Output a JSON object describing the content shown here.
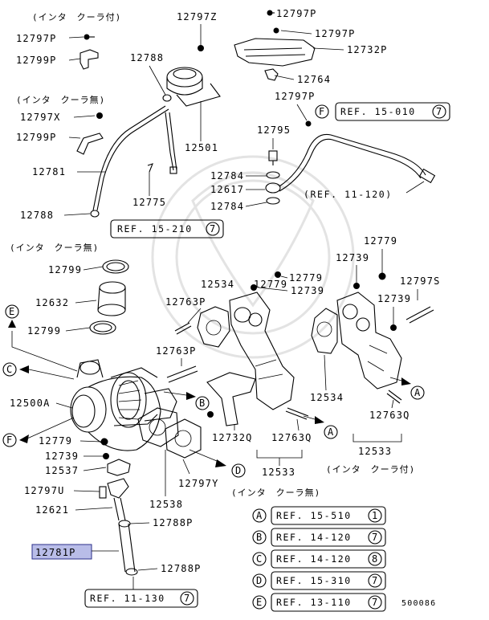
{
  "diagram_id": "500086",
  "group_labels": {
    "with_intercooler_top": "(インタ　クーラ付)",
    "without_intercooler_left": "(インタ　クーラ無)",
    "without_intercooler_mid": "(インタ　クーラ無)",
    "with_intercooler_bottom": "(インタ　クーラ付)",
    "without_intercooler_bottom": "(インタ　クーラ無)"
  },
  "part_labels": {
    "p12797Z": "12797Z",
    "p12797P_top": "12797P",
    "p12797P_a": "12797P",
    "p12797P_b": "12797P",
    "p12732P": "12732P",
    "p12799P_a": "12799P",
    "p12788_top": "12788",
    "p12764": "12764",
    "p12797P_c": "12797P",
    "p12797X": "12797X",
    "p12501": "12501",
    "p12799P_b": "12799P",
    "p12795": "12795",
    "p12781": "12781",
    "p12784_a": "12784",
    "p12617": "12617",
    "p12784_b": "12784",
    "p12775": "12775",
    "p12788_mid": "12788",
    "p12779_a": "12779",
    "p12739_a": "12739",
    "p12799_a": "12799",
    "p12534_a": "12534",
    "p12779_b": "12779",
    "p12739_b": "12739",
    "p12797S": "12797S",
    "p12632": "12632",
    "p12763P_a": "12763P",
    "p12739_c": "12739",
    "p12799_b": "12799",
    "p12763P_b": "12763P",
    "p12534_b": "12534",
    "p12500A": "12500A",
    "p12763Q_a": "12763Q",
    "p12732Q": "12732Q",
    "p12763Q_b": "12763Q",
    "p12779_c": "12779",
    "p12739_d": "12739",
    "p12537": "12537",
    "p12797Y": "12797Y",
    "p12533_a": "12533",
    "p12533_b": "12533",
    "p12797U": "12797U",
    "p12538": "12538",
    "p12621": "12621",
    "p12788P_a": "12788P",
    "p12781P": "12781P",
    "p12788P_b": "12788P"
  },
  "callout_refs": {
    "F_top": {
      "letter": "F",
      "text": "REF. 15-010",
      "circled": "7"
    },
    "ref_11_120": {
      "text": "(REF. 11-120)"
    },
    "ref_15_210": {
      "text": "REF. 15-210",
      "circled": "7"
    },
    "ref_11_130": {
      "text": "REF. 11-130",
      "circled": "7"
    }
  },
  "legend": [
    {
      "letter": "A",
      "text": "REF. 15-510",
      "circled": "1"
    },
    {
      "letter": "B",
      "text": "REF. 14-120",
      "circled": "7"
    },
    {
      "letter": "C",
      "text": "REF. 14-120",
      "circled": "8"
    },
    {
      "letter": "D",
      "text": "REF. 15-310",
      "circled": "7"
    },
    {
      "letter": "E",
      "text": "REF. 13-110",
      "circled": "7"
    }
  ],
  "arrow_markers": {
    "E_left": "E",
    "C_left": "C",
    "F_left": "F",
    "B_mid": "B",
    "D_mid": "D",
    "A_mid": "A",
    "A_right": "A"
  },
  "colors": {
    "highlight_fill": "#b9bde8",
    "highlight_stroke": "#2b2f8a",
    "line": "#000000"
  }
}
